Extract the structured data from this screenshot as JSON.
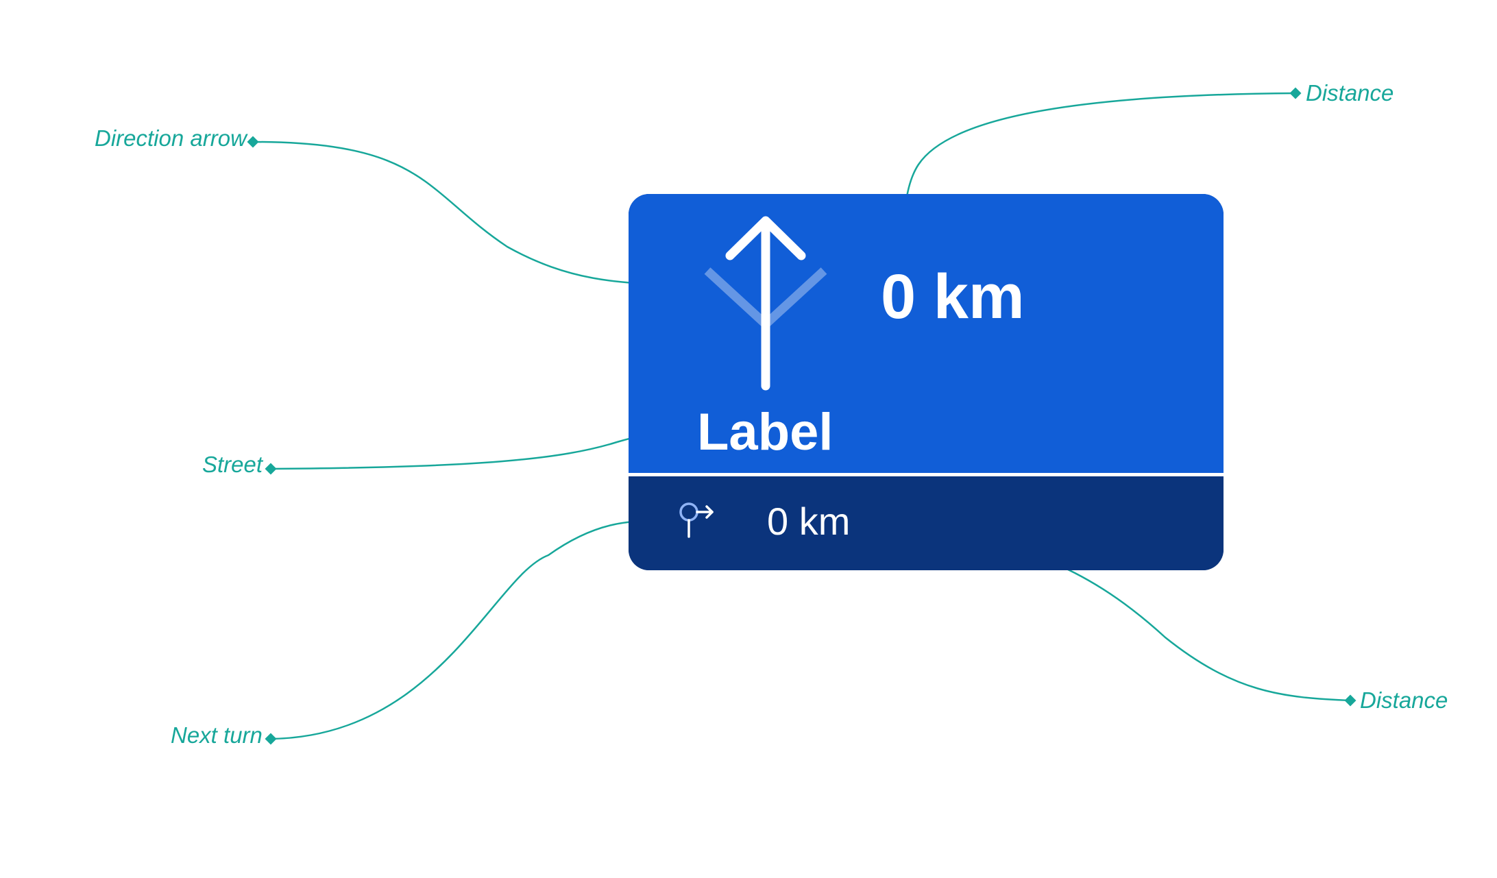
{
  "annotations": {
    "direction_arrow": "Direction arrow",
    "distance_top": "Distance",
    "street": "Street",
    "next_turn": "Next turn",
    "distance_bottom": "Distance"
  },
  "card": {
    "primary_distance": "0 km",
    "street_label": "Label",
    "secondary_distance": "0 km",
    "direction_icon": "straight-arrow-icon",
    "next_turn_icon": "roundabout-right-icon"
  },
  "colors": {
    "annotation": "#17a79a",
    "primary_panel": "#115ed7",
    "secondary_panel": "#0b347c",
    "foreground": "#ffffff"
  }
}
